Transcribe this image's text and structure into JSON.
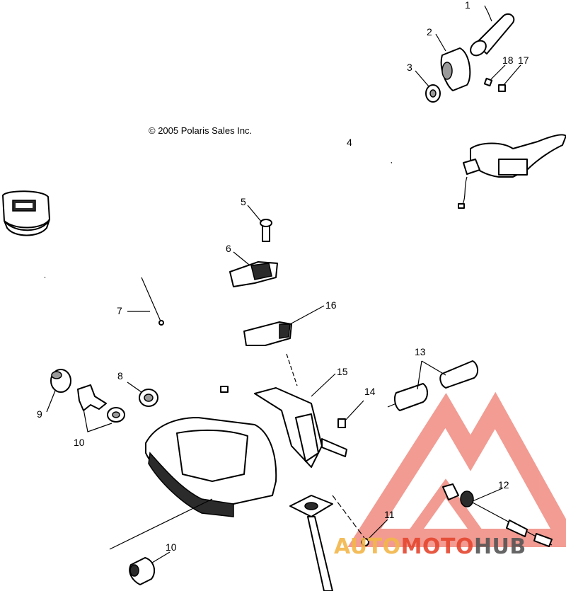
{
  "copyright": "© 2005 Polaris Sales Inc.",
  "callouts": [
    "1",
    "2",
    "3",
    "18",
    "17",
    "4",
    "5",
    "6",
    "7",
    "16",
    "8",
    "9",
    "10",
    "15",
    "14",
    "13",
    "12",
    "11",
    "10"
  ],
  "watermark": {
    "part1": "AUTO",
    "part2": "MOTO",
    "part3": "HUB",
    "colors": {
      "auto": "#f3b64a",
      "moto": "#e5462f",
      "hub": "#555555",
      "logo": "#e84b3a"
    }
  }
}
